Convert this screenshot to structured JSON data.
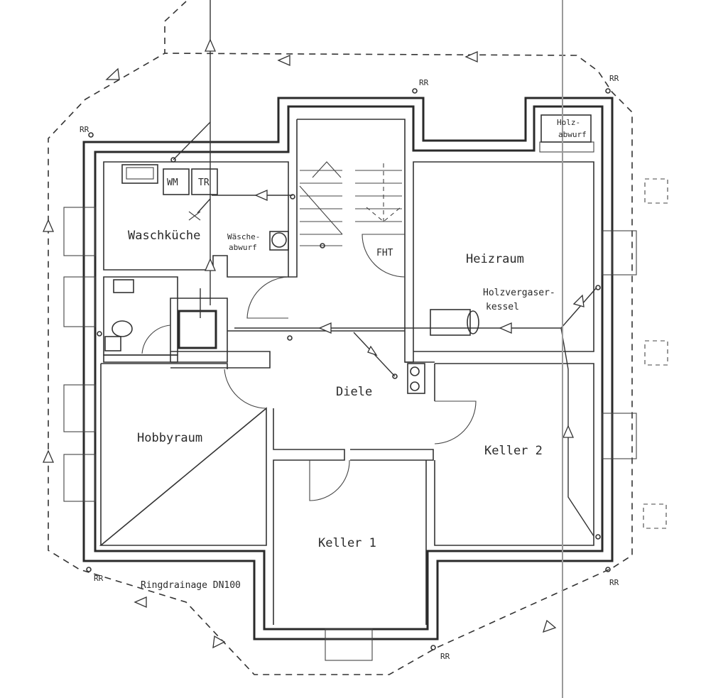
{
  "rooms": {
    "waschkueche": "Waschküche",
    "heizraum": "Heizraum",
    "diele": "Diele",
    "hobbyraum": "Hobbyraum",
    "keller1": "Keller  1",
    "keller2": "Keller  2"
  },
  "fixtures": {
    "wm": "WM",
    "tr": "TR",
    "waesche_1": "Wäsche-",
    "waesche_2": "abwurf",
    "fht": "FHT",
    "holz_1": "Holz-",
    "holz_2": "abwurf",
    "kessel_1": "Holzvergaser-",
    "kessel_2": "kessel"
  },
  "drainage": {
    "label": "Ringdrainage  DN100",
    "rr_label": "RR"
  }
}
